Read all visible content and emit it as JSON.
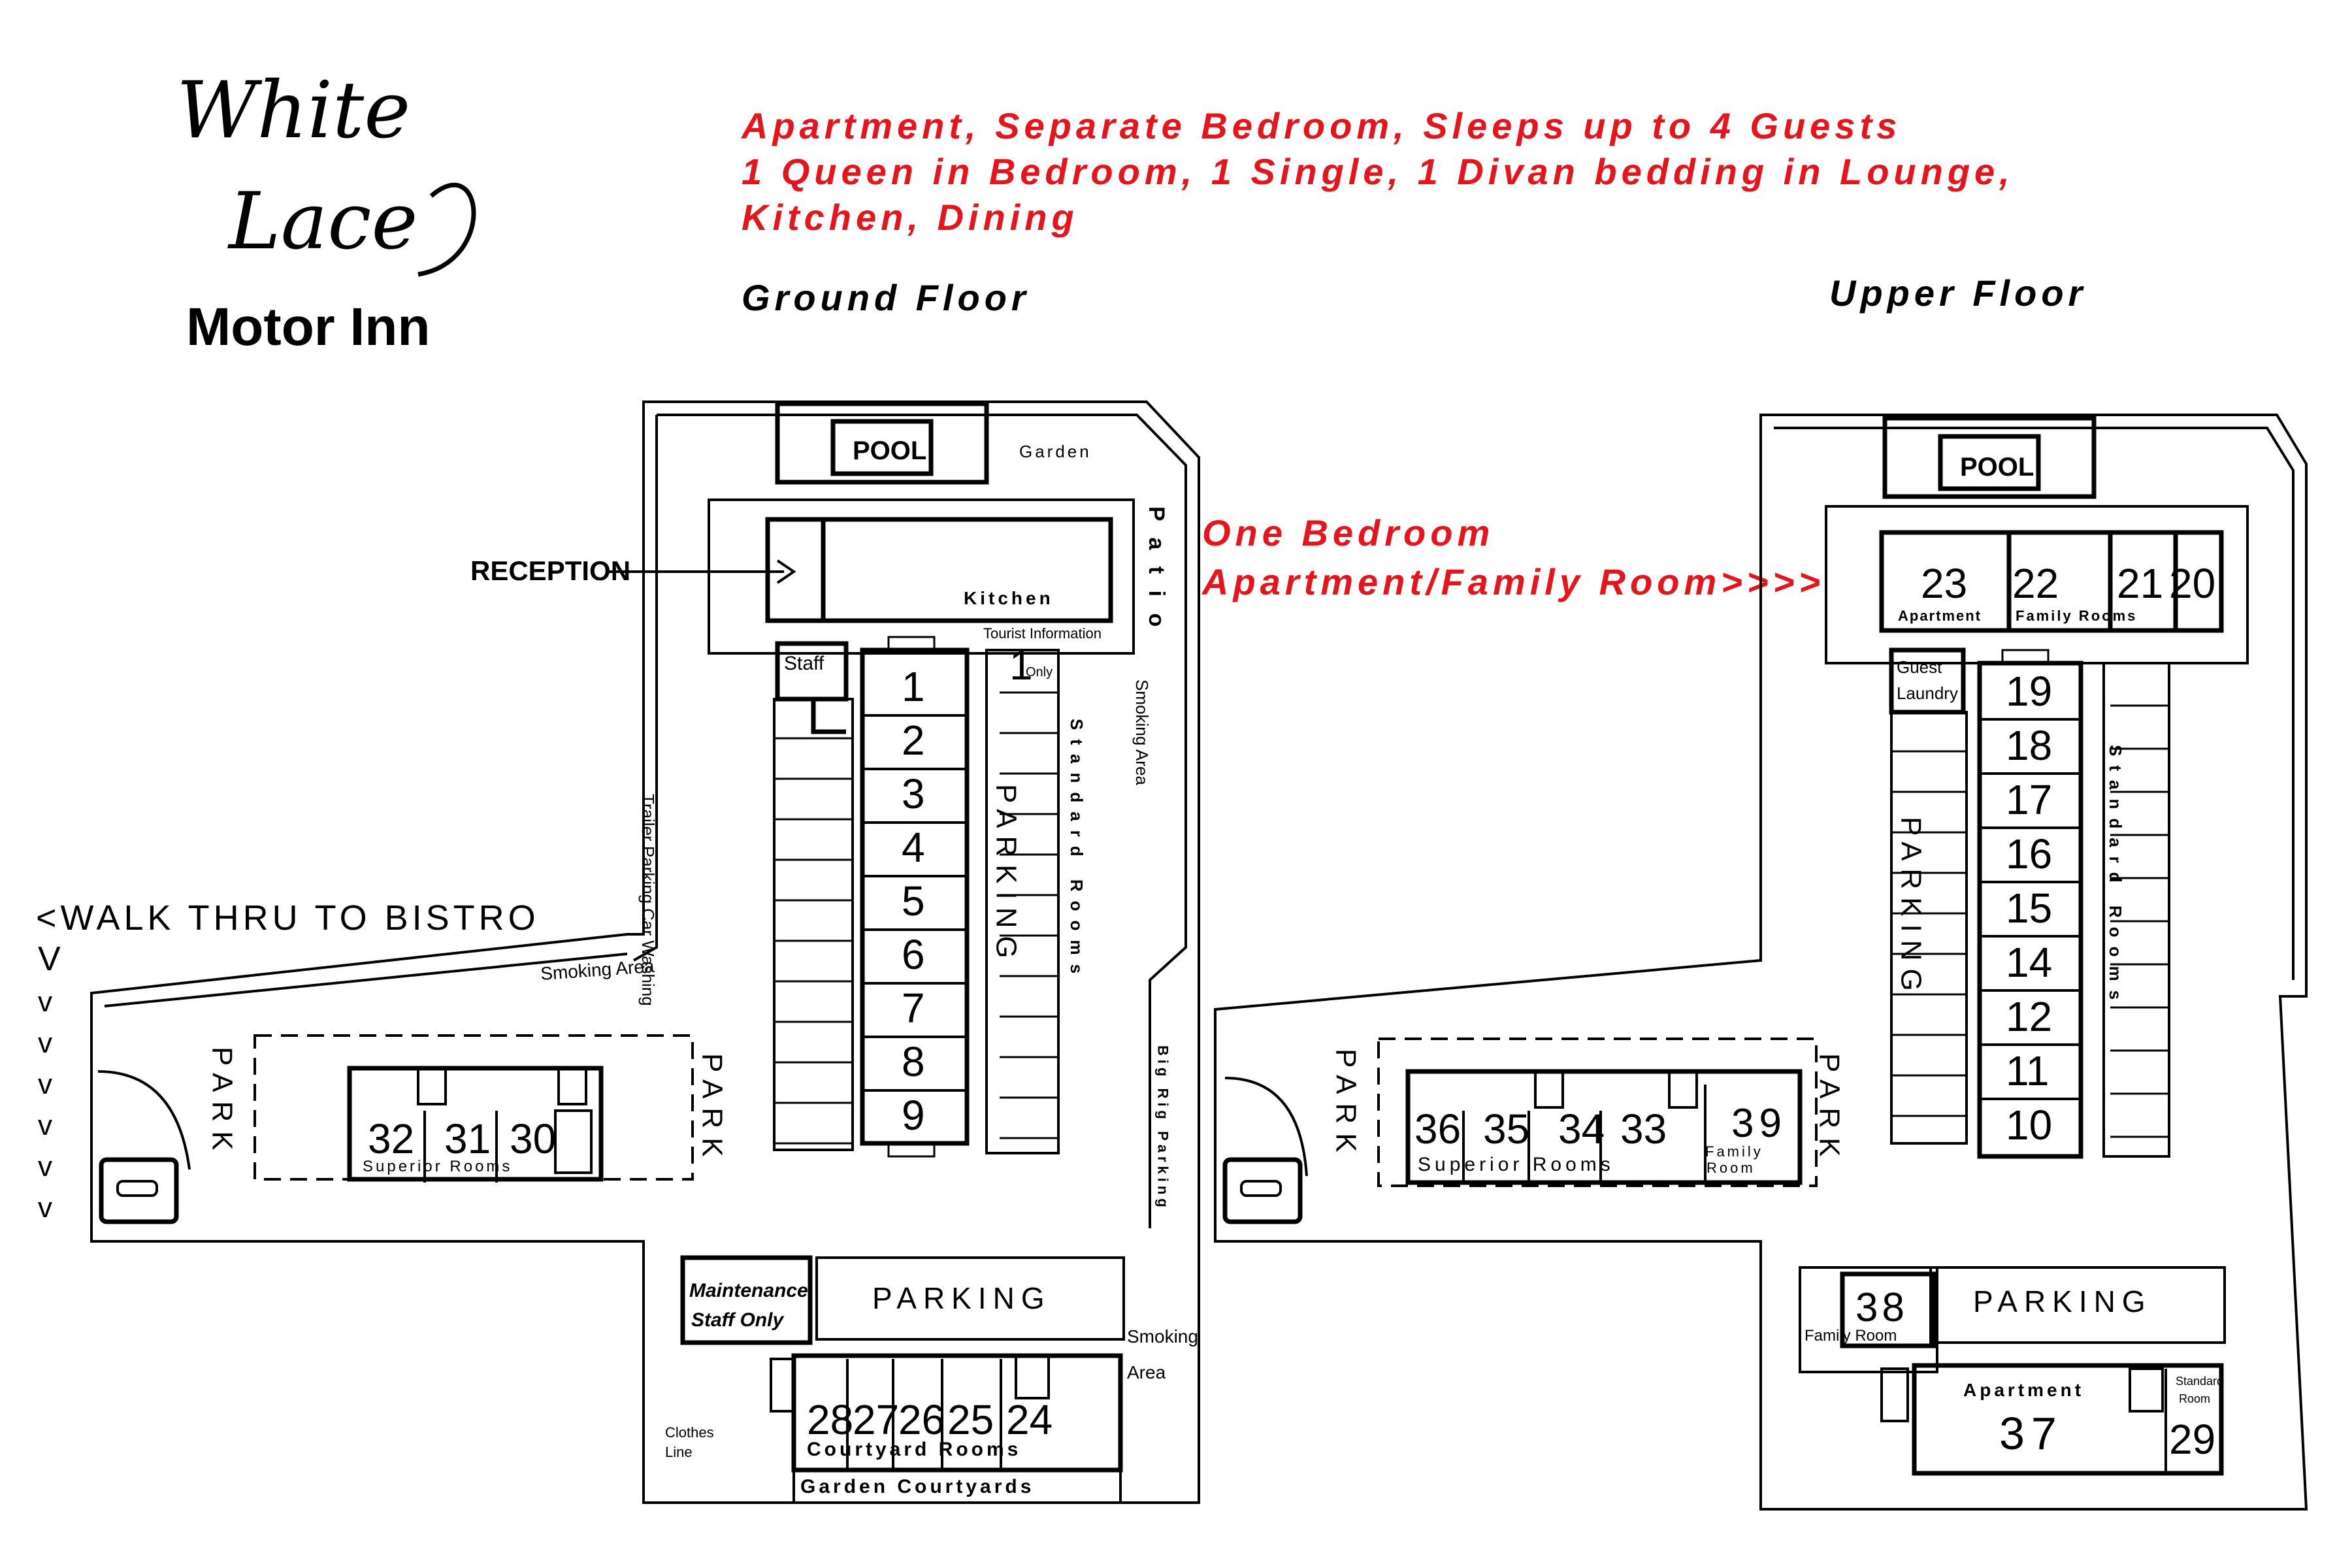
{
  "logo": {
    "script": "White Lace",
    "subtitle": "Motor Inn"
  },
  "notice": {
    "lines": [
      "Apartment, Separate Bedroom, Sleeps up to 4 Guests",
      "1 Queen in Bedroom, 1 Single, 1 Divan bedding in Lounge,",
      "Kitchen, Dining"
    ],
    "color": "#e8141b"
  },
  "floors": {
    "ground": "Ground Floor",
    "upper": "Upper Floor"
  },
  "callout": {
    "line1": "One Bedroom",
    "line2": "Apartment/Family Room>>>>"
  },
  "ground": {
    "pool": "POOL",
    "garden": "Garden",
    "patio": "P a t i o",
    "reception": "RECEPTION",
    "kitchen": "Kitchen",
    "staff": "Staff",
    "tourist": "Tourist Information",
    "only": "Only",
    "smoking_area_right": "Smoking Area",
    "trailer": "Trailer Parking Car Washing",
    "walk_thru": "<WALK THRU TO BISTRO",
    "smoking_area_left": "Smoking Area",
    "park": "PARK",
    "parking_vert": "PARKING",
    "standard_rooms": "Standard Rooms",
    "big_rig": "Big Rig Parking",
    "superior_rooms": "Superior Rooms",
    "maintenance": "Maintenance Staff Only",
    "parking": "PARKING",
    "smoking_bottom": "Smoking Area",
    "clothes_line": "Clothes Line",
    "courtyard_rooms": "Courtyard Rooms",
    "garden_courtyards": "Garden Courtyards",
    "rooms_center": [
      "1",
      "2",
      "3",
      "4",
      "5",
      "6",
      "7",
      "8",
      "9"
    ],
    "room_1_only": "1",
    "rooms_superior": [
      "32",
      "31",
      "30"
    ],
    "rooms_courtyard": [
      "28",
      "27",
      "26",
      "25",
      "24"
    ],
    "arrows": [
      "V",
      "v",
      "v",
      "v",
      "v",
      "v",
      "v"
    ]
  },
  "upper": {
    "pool": "POOL",
    "rooms_top": [
      "23",
      "22",
      "21",
      "20"
    ],
    "apartment": "Apartment",
    "family_rooms": "Family Rooms",
    "guest_laundry": "Guest Laundry",
    "rooms_center": [
      "19",
      "18",
      "17",
      "16",
      "15",
      "14",
      "12",
      "11",
      "10"
    ],
    "standard_rooms": "Standard Rooms",
    "parking_vert": "PARKING",
    "park": "PARK",
    "rooms_superior": [
      "36",
      "35",
      "34",
      "33"
    ],
    "superior_rooms": "Superior Rooms",
    "room_39": "39",
    "family_room": "Family Room",
    "room_38": "38",
    "family_room_38": "Family Room",
    "parking": "PARKING",
    "apartment_37_label": "Apartment",
    "room_37": "37",
    "standard_room": "Standard Room",
    "room_29": "29"
  }
}
